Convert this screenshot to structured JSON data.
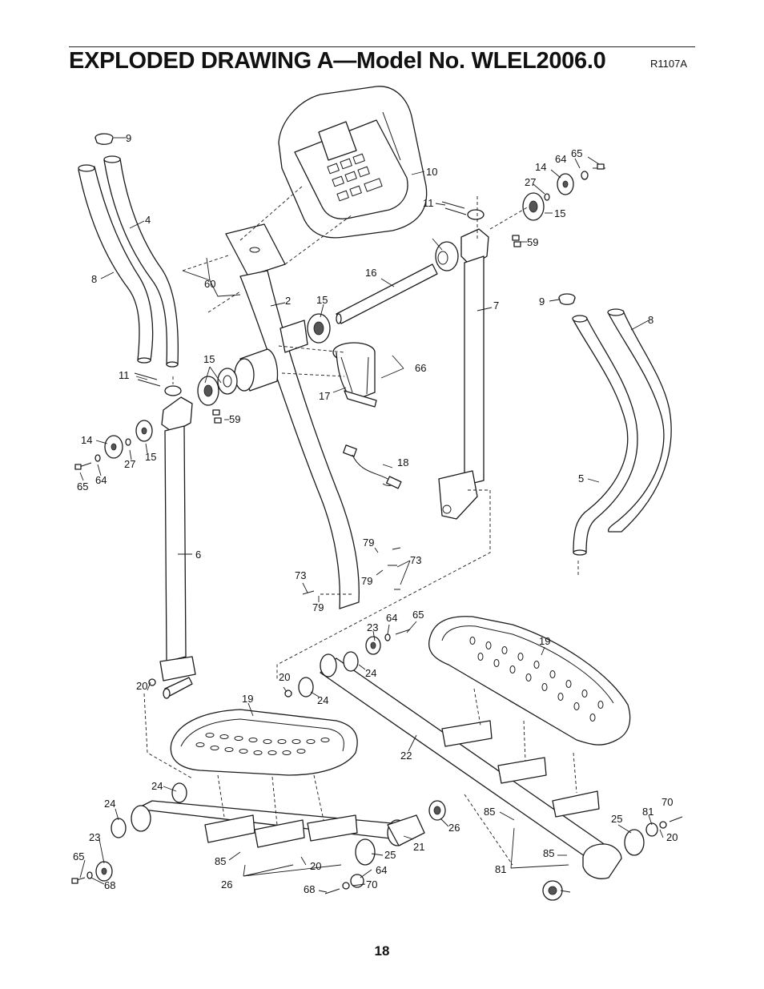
{
  "page": {
    "title": "EXPLODED DRAWING A—Model No. WLEL2006.0",
    "drawing_code": "R1107A",
    "page_number": "18"
  },
  "callouts": [
    "9",
    "4",
    "8",
    "10",
    "64",
    "65",
    "14",
    "27",
    "11",
    "15",
    "59",
    "60",
    "2",
    "16",
    "7",
    "9",
    "8",
    "15",
    "66",
    "11",
    "17",
    "15",
    "59",
    "14",
    "27",
    "15",
    "65",
    "64",
    "18",
    "5",
    "6",
    "79",
    "73",
    "73",
    "79",
    "79",
    "23",
    "64",
    "65",
    "19",
    "20",
    "24",
    "20",
    "24",
    "19",
    "22",
    "24",
    "24",
    "85",
    "70",
    "23",
    "26",
    "81",
    "25",
    "20",
    "21",
    "65",
    "25",
    "85",
    "85",
    "20",
    "64",
    "68",
    "81",
    "70",
    "68",
    "26"
  ]
}
